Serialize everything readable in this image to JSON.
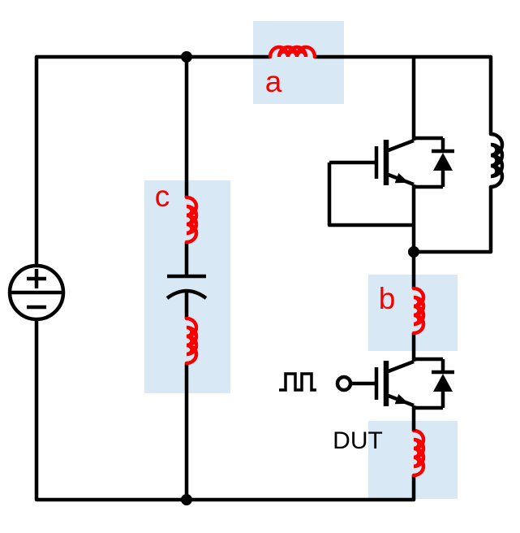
{
  "diagram": {
    "title_hint": "double-pulse-test-circuit-with-parasitic-inductances",
    "labels": {
      "inductor_a": "a",
      "inductor_b": "b",
      "inductor_c": "c",
      "dut": "DUT"
    },
    "colors": {
      "wire": "#000000",
      "parasitic": "#f70000",
      "label": "#f70000",
      "highlight": "#d9e8f5"
    }
  }
}
